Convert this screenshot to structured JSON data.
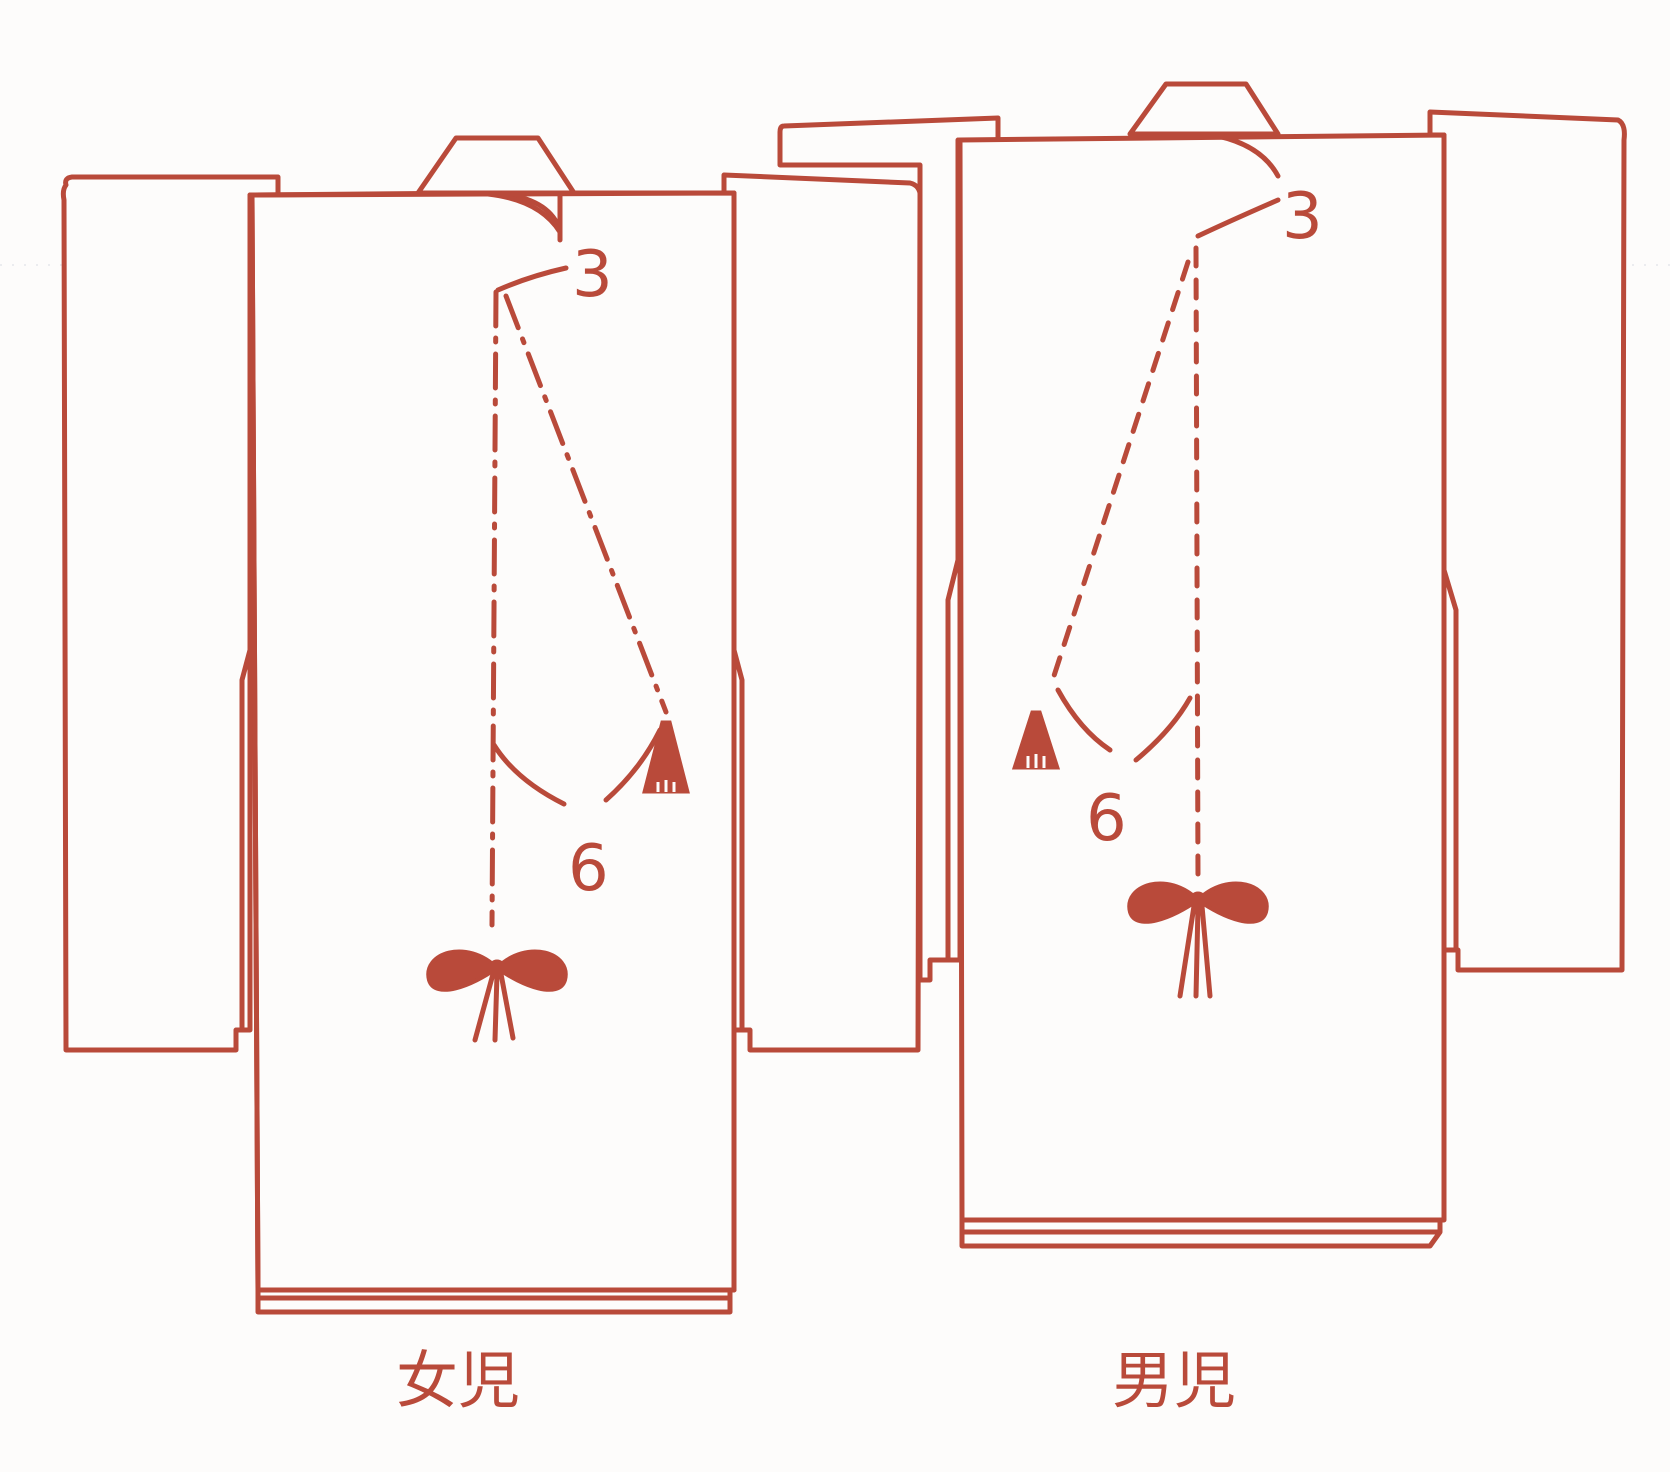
{
  "colors": {
    "ink": "#b94a3a",
    "paper": "#fdfcfb"
  },
  "figures": [
    {
      "id": "girl",
      "caption": "女児",
      "upper_number": "3",
      "lower_number": "6",
      "line_style": "dash-dot",
      "icons": [
        "bow-icon",
        "tassel-icon"
      ]
    },
    {
      "id": "boy",
      "caption": "男児",
      "upper_number": "3",
      "lower_number": "6",
      "line_style": "dotted",
      "icons": [
        "bow-icon",
        "tassel-icon"
      ]
    }
  ]
}
